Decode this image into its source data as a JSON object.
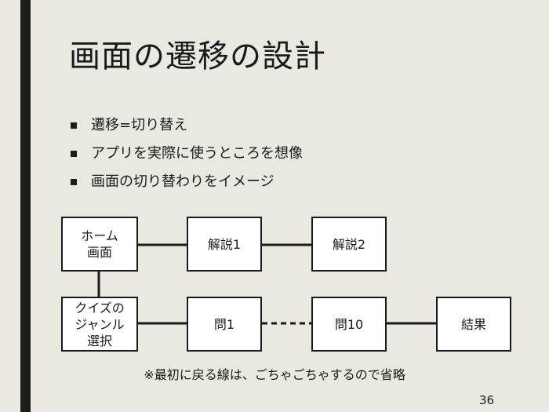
{
  "slide": {
    "title": "画面の遷移の設計",
    "bullets": [
      "遷移=切り替え",
      "アプリを実際に使うところを想像",
      "画面の切り替わりをイメージ"
    ],
    "footnote": "※最初に戻る線は、ごちゃごちゃするので省略",
    "page_number": "36"
  },
  "diagram": {
    "nodes": {
      "home": "ホーム\n画面",
      "explain1": "解説1",
      "explain2": "解説2",
      "genre": "クイズの\nジャンル\n選択",
      "q1": "問1",
      "q10": "問10",
      "result": "結果"
    },
    "edges": [
      {
        "from": "home",
        "to": "explain1",
        "style": "solid"
      },
      {
        "from": "explain1",
        "to": "explain2",
        "style": "solid"
      },
      {
        "from": "home",
        "to": "genre",
        "style": "solid"
      },
      {
        "from": "genre",
        "to": "q1",
        "style": "solid"
      },
      {
        "from": "q1",
        "to": "q10",
        "style": "dashed"
      },
      {
        "from": "q10",
        "to": "result",
        "style": "solid"
      }
    ]
  },
  "colors": {
    "background": "#ebe8e1",
    "accent_bar": "#1c1c1a",
    "box_fill": "#ffffff",
    "stroke": "#1a1a1a"
  }
}
